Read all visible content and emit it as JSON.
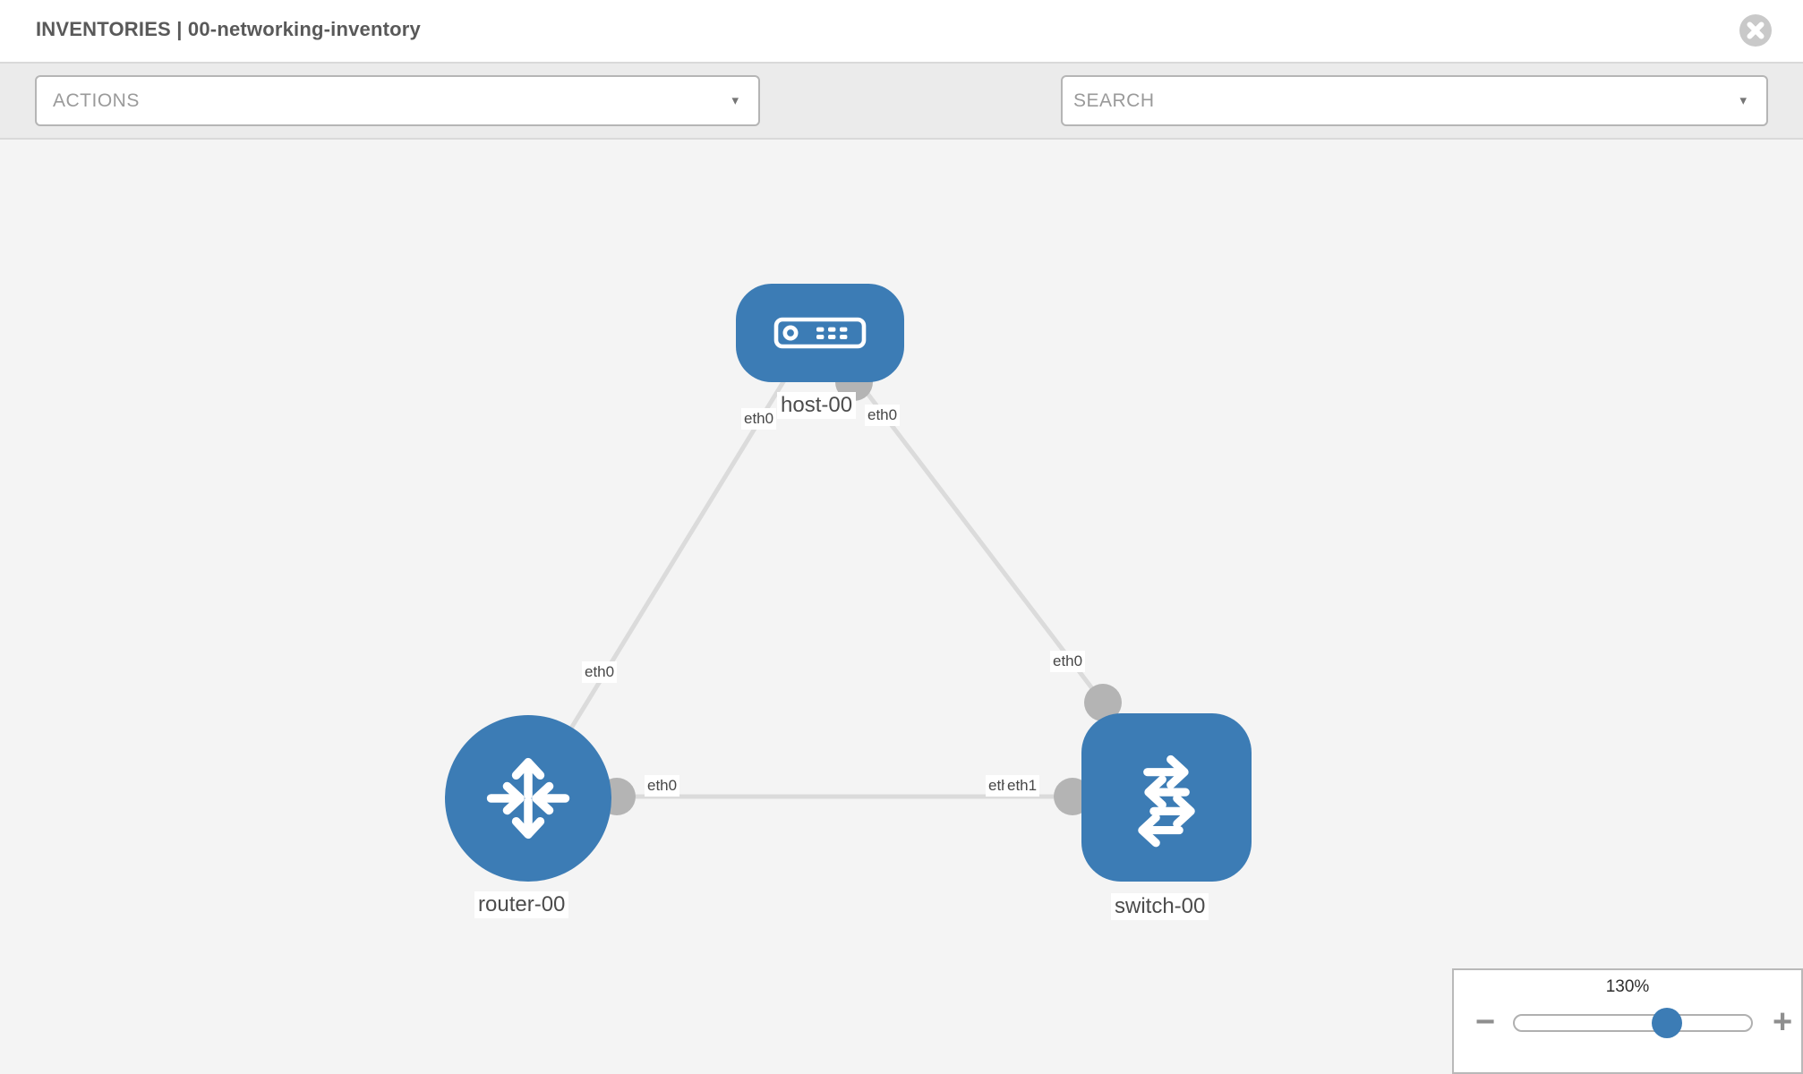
{
  "header": {
    "title": "INVENTORIES | 00-networking-inventory"
  },
  "toolbar": {
    "actions_label": "ACTIONS",
    "search_placeholder": "SEARCH"
  },
  "icons": {
    "caret_down": "▾",
    "close": "x-circle-icon",
    "tools": [
      "wrench-icon",
      "key-icon"
    ]
  },
  "colors": {
    "node_blue": "#3c7cb5",
    "link_gray": "#dbdbdb",
    "port_dot_gray": "#b4b4b4",
    "toolbar_gray": "#ebebeb",
    "slider_handle_blue": "#3c7cb5"
  },
  "diagram": {
    "nodes": {
      "host": {
        "label": "host-00",
        "type": "host"
      },
      "router": {
        "label": "router-00",
        "type": "router"
      },
      "switch": {
        "label": "switch-00",
        "type": "switch"
      }
    },
    "links": [
      {
        "from": "host-00",
        "to": "router-00",
        "from_port": "eth0",
        "to_port": "eth0"
      },
      {
        "from": "host-00",
        "to": "switch-00",
        "from_port": "eth0",
        "to_port": "eth0"
      },
      {
        "from": "router-00",
        "to": "switch-00",
        "from_port": "eth0",
        "to_port": "eth1"
      }
    ],
    "port_labels": {
      "host_left": "eth0",
      "host_right": "eth0",
      "router_top": "eth0",
      "switch_top": "eth0",
      "mid_router_end": "eth0",
      "mid_switch_end_under": "eth0",
      "mid_switch_end": "eth1"
    }
  },
  "zoom_panel": {
    "level": "130%",
    "minus_label": "−",
    "plus_label": "+"
  }
}
